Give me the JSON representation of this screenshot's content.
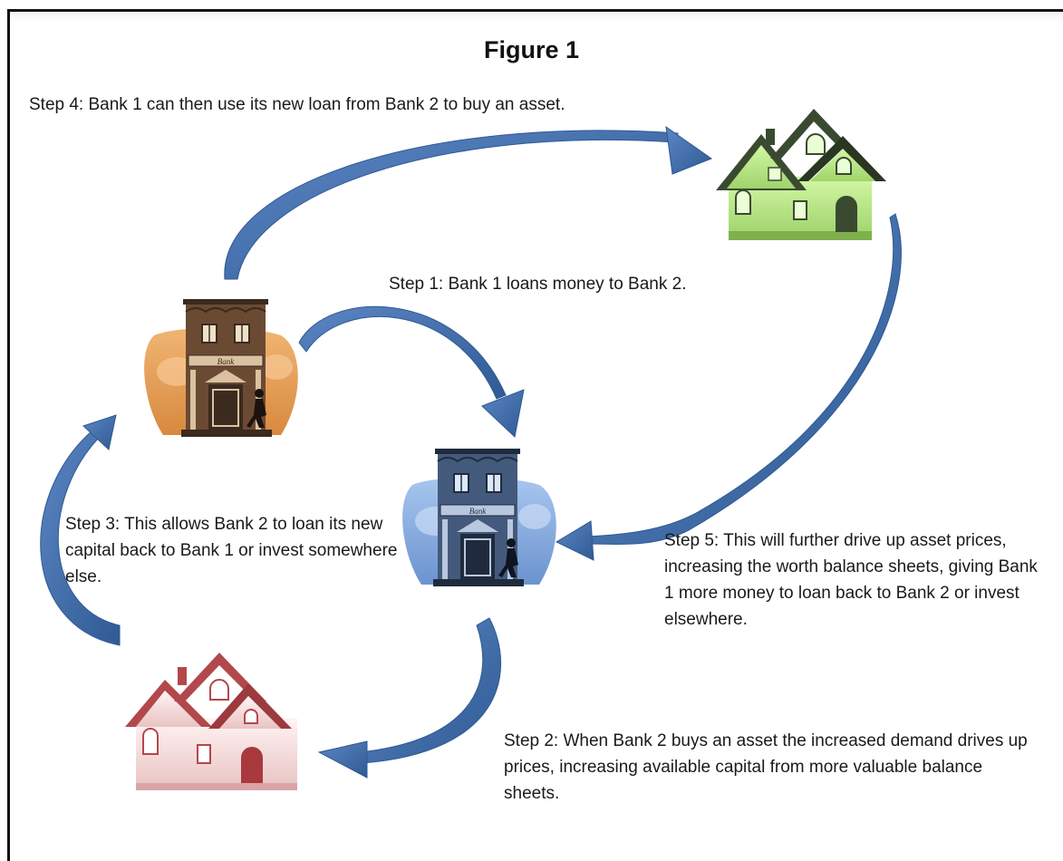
{
  "title": "Figure 1",
  "steps": {
    "step1": "Step 1: Bank 1 loans money to Bank 2.",
    "step2": "Step 2: When Bank 2 buys an asset the increased demand drives up prices, increasing available capital from more valuable balance sheets.",
    "step3": "Step 3: This allows Bank 2 to loan its new capital back to Bank 1 or invest somewhere else.",
    "step4": "Step 4: Bank 1 can then use its new loan from Bank 2 to buy an asset.",
    "step5": "Step 5: This will further drive up asset prices, increasing the worth balance sheets, giving Bank 1 more money to loan back to Bank 2 or invest elsewhere."
  },
  "bank_sign": "Bank",
  "colors": {
    "arrow": "#3e6aa6",
    "bank1_backdrop": "#e6a35f",
    "bank1_building": "#6b4a33",
    "bank2_backdrop": "#7fa6dd",
    "bank2_building": "#435a7c",
    "house_green": "#b8e88a",
    "house_green_roof": "#3a4a30",
    "house_red": "#f3dcdc",
    "house_red_roof": "#b2484c"
  },
  "icons": [
    "bank-1-icon",
    "bank-2-icon",
    "green-house-icon",
    "red-house-icon"
  ]
}
